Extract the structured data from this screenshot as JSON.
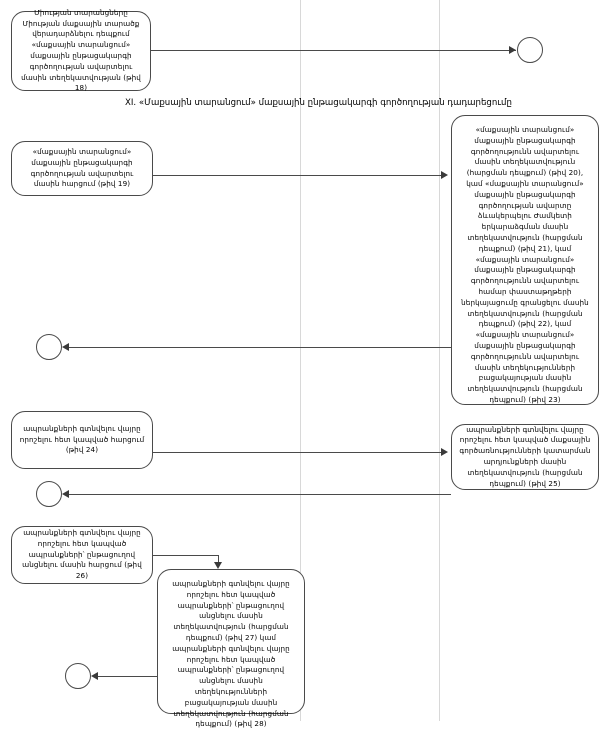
{
  "document": {
    "section_heading": "XI. «Մաքսային տարանցում» մաքսային ընթացակարգի գործողության դադարեցումը"
  },
  "nodes": {
    "top_left_box": {
      "text": "Միության տարանցները Միության մաքսային տարածք վերադարձնելու դեպքում «մաքսային տարանցում» մաքսային ընթացակարգի գործողության ավարտելու մասին տեղեկատվության (թիվ 18)"
    },
    "request_19": {
      "text": "«մաքսային տարանցում» մաքսային ընթացակարգի գործողության ավարտելու մասին հարցում (թիվ 19)"
    },
    "info_20_23": {
      "text": "«մաքսային տարանցում» մաքսային ընթացակարգի գործողությունն ավարտելու մասին տեղեկատվություն (հարցման դեպքում) (թիվ 20), կամ «մաքսային տարանցում» մաքսային ընթացակարգի գործողության ավարտը ձևակերպելու Ժամկետի երկարաձգման մասին տեղեկատվություն (հարցման դեպքում) (թիվ 21), կամ «մաքսային տարանցում» մաքսային ընթացակարգի գործողությունն ավարտելու համար փաստաթղթերի ներկայացումը գրանցելու մասին տեղեկատվություն (հարցման դեպքում) (թիվ 22), կամ «մաքսային տարանցում» մաքսային ընթացակարգի գործողությունն ավարտելու մասին տեղեկությունների բացակայության մասին տեղեկատվություն (հարցման դեպքում) (թիվ 23)"
    },
    "request_24": {
      "text": "ապրանքների գտնվելու վայրը որոշելու հետ կապված հարցում (թիվ 24)"
    },
    "info_25": {
      "text": "ապրանքների գտնվելու վայրը որոշելու հետ կապված մաքսային գործառնությունների կատարման արդյունքների մասին տեղեկատվություն (հարցման դեպքում) (թիվ 25)"
    },
    "request_26": {
      "text": "ապրանքների գտնվելու վայրը որոշելու հետ կապված ապրանքների՝ ընթացուղով անցնելու մասին հարցում (թիվ 26)"
    },
    "info_27_28": {
      "text": "ապրանքների գտնվելու վայրը որոշելու հետ կապված ապրանքների՝ ընթացուղով անցնելու մասին տեղեկատվություն (հարցման դեպքում) (թիվ 27) կամ ապրանքների գտնվելու վայրը որոշելու հետ կապված ապրանքների՝ ընթացուղով անցնելու մասին տեղեկությունների բացակայության մասին տեղեկատվություն (հարցման դեպքում) (թիվ 28)"
    }
  },
  "connectors": {
    "circle_top_right": {
      "label": ""
    },
    "circle_mid_left": {
      "label": ""
    },
    "circle_lower_left": {
      "label": ""
    },
    "circle_bottom_left": {
      "label": ""
    }
  },
  "colors": {
    "border": "#4a4a4a",
    "arrow": "#3a3a3a",
    "background": "#ffffff",
    "divider": "#d8d8d8"
  }
}
